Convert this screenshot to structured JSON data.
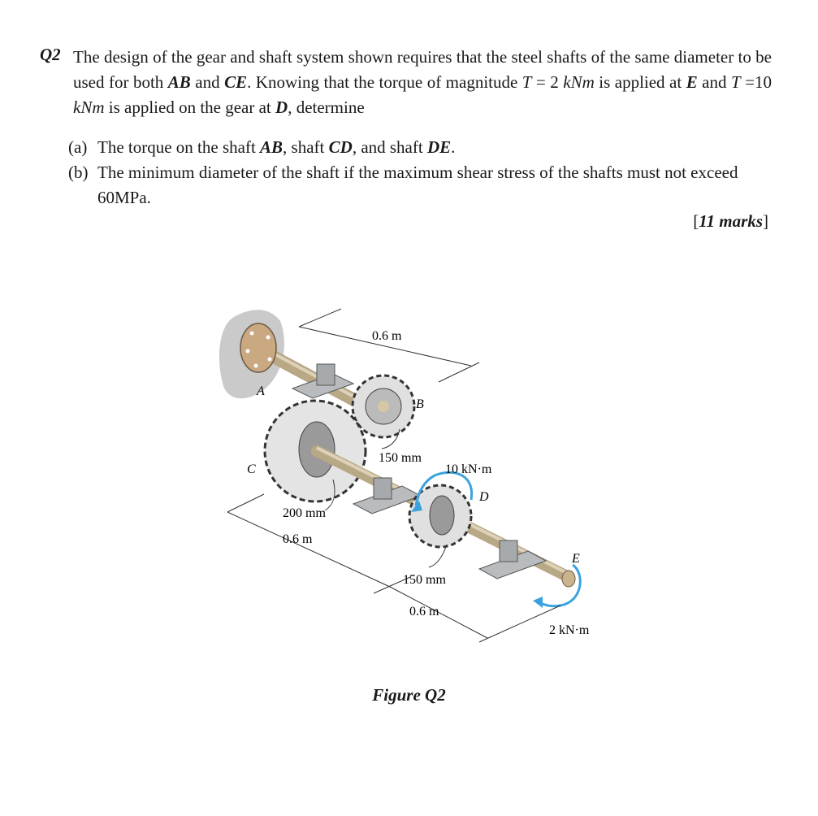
{
  "question": {
    "number": "Q2",
    "intro_1": "The design of the gear and shaft system shown requires that the steel shafts of the same diameter to be used for both ",
    "ab": "AB",
    "and_1": " and ",
    "ce": "CE",
    "intro_2": ". Knowing that the torque of magnitude ",
    "t_symbol_1": "T",
    "intro_3": " = 2 ",
    "unit_1": "kNm",
    "intro_4": " is applied at ",
    "e": "E",
    "and_2": " and ",
    "t_symbol_2": "T",
    "intro_5": " =10 ",
    "unit_2": "kNm",
    "intro_6": " is applied on the gear at ",
    "d": "D",
    "intro_7": ", determine"
  },
  "parts": {
    "a": {
      "label": "(a)",
      "text_1": "The torque on the shaft ",
      "ab": "AB",
      "text_2": ", shaft ",
      "cd": "CD",
      "text_3": ", and shaft ",
      "de": "DE",
      "text_4": "."
    },
    "b": {
      "label": "(b)",
      "text": "The minimum diameter of the shaft if the maximum shear stress of the shafts must not exceed 60MPa."
    }
  },
  "marks": {
    "open": "[",
    "value": "11 marks",
    "close": "]"
  },
  "figure": {
    "caption": "Figure Q2",
    "labels": {
      "a": "A",
      "b": "B",
      "c": "C",
      "d": "D",
      "e": "E",
      "dim_top": "0.6 m",
      "dim_left": "0.6 m",
      "dim_bottom": "0.6 m",
      "gear_b_radius": "150 mm",
      "gear_c_radius": "200 mm",
      "gear_d_radius": "150 mm",
      "torque_d": "10 kN·m",
      "torque_e": "2 kN·m"
    },
    "colors": {
      "shaft": "#c8b99a",
      "gear": "#e0e0e0",
      "hub": "#9a9a9a",
      "support": "#b9bcbf",
      "arrow": "#3aa3dd",
      "wall": "#bdbdbd"
    }
  }
}
